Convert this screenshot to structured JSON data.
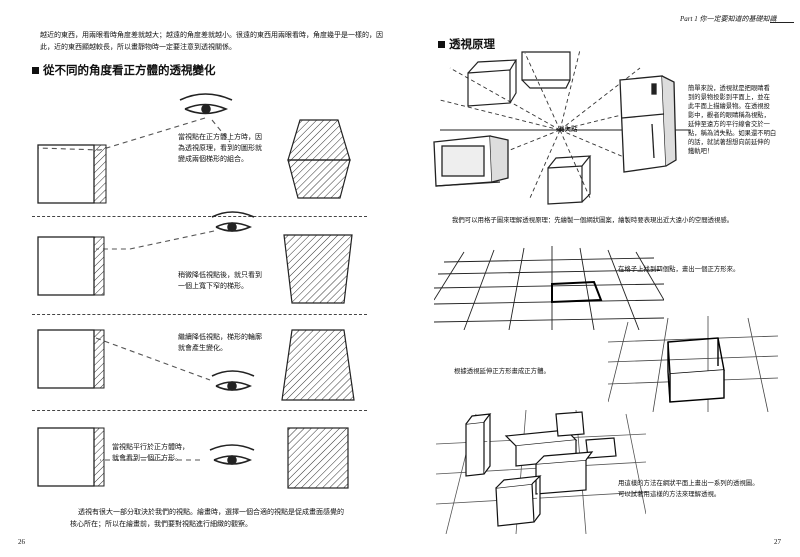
{
  "left_page": {
    "intro": [
      "越近的東西，用兩眼看時角度差就越大；越遠的角度差就越小。很遠的東西用兩眼看時，角度幾乎是一樣的，因",
      "此，近的東西顯越較長，所以畫靜物時一定要注意到透視關係。"
    ],
    "section_title": "從不同的角度看正方體的透視變化",
    "captions": [
      [
        "當視點在正方體上方時，因",
        "為透視原理，看到的圖形就",
        "變成兩個梯形的組合。"
      ],
      [
        "稍微降低視點後，就只看到",
        "一個上寬下窄的梯形。"
      ],
      [
        "繼續降低視點，梯形的輪廓",
        "就會產生變化。"
      ],
      [
        "當視點平行於正方體時，",
        "就會看到一個正方形。"
      ]
    ],
    "bottom_text": [
      "透視有很大一部分取決於我們的視點。繪畫時，選擇一個合適的視點是促成畫面感覺的",
      "核心所在；所以在繪畫前，我們要對視點進行細緻的觀察。"
    ],
    "page_number": "26"
  },
  "right_page": {
    "header": "Part 1 你一定要知道的基礎知識",
    "section_title": "透視原理",
    "vanishing_label": "消失點",
    "side_text": [
      "簡單來說，透視就是把眼睛看",
      "到的景物投影到平面上，並在",
      "此平面上描繪景物。在透視投",
      "影中，觀者的眼睛稱為視點，",
      "延伸至遠方的平行線會交於一",
      "點，稱為消失點。如果還不明白",
      "的話，就試著想想向前延伸的",
      "鐵軌吧！"
    ],
    "grid_intro": "我們可以用格子圖來理解透視原理：先繪製一個網狀圖案，繪製時要表現出近大遠小的空間透視感。",
    "grid_caption": "在格子上找到四個點，畫出一個正方形來。",
    "cube_caption": "根據透視延伸正方形畫成正方體。",
    "bottom_caption": [
      "用這樣的方法在網狀平面上畫出一系列的透視圖。",
      "可以試著用這樣的方法來理解透視。"
    ],
    "page_number": "27"
  }
}
